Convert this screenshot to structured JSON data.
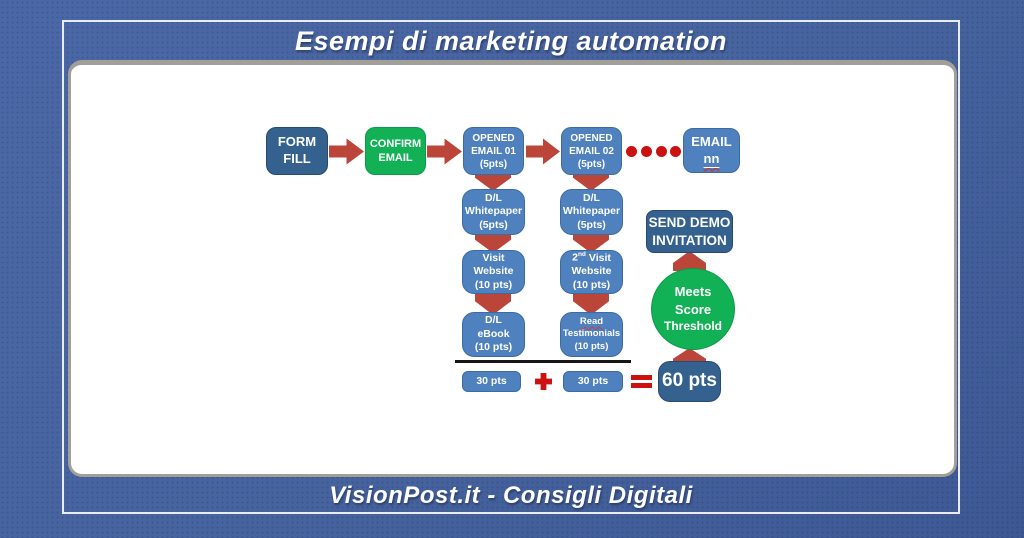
{
  "title": "Esempi di marketing automation",
  "footer": "VisionPost.it - Consigli Digitali",
  "colors": {
    "background": "#46639E",
    "panel": "#FFFFFF",
    "light_blue": "#4E81BD",
    "steel_blue": "#35618F",
    "green": "#12B155",
    "arrow_red": "#BB4538",
    "accent_red": "#CC1111",
    "text_on_boxes": "#FFFFFF"
  },
  "boxes": {
    "form_fill": {
      "line1": "FORM",
      "line2": "FILL"
    },
    "confirm_email": {
      "line1": "CONFIRM",
      "line2": "EMAIL"
    },
    "opened_email_01": {
      "line1": "OPENED",
      "line2": "EMAIL 01",
      "line3": "(5pts)"
    },
    "opened_email_02": {
      "line1": "OPENED",
      "line2": "EMAIL 02",
      "line3": "(5pts)"
    },
    "email_nn": {
      "line1": "EMAIL",
      "line2": "nn"
    },
    "dl_whitepaper_1": {
      "line1": "D/L",
      "line2": "Whitepaper",
      "line3": "(5pts)"
    },
    "dl_whitepaper_2": {
      "line1": "D/L",
      "line2": "Whitepaper",
      "line3": "(5pts)"
    },
    "visit_website": {
      "line1": "Visit",
      "line2": "Website",
      "line3": "(10 pts)"
    },
    "second_visit_website": {
      "line1_num": "2",
      "line1_sup": "nd",
      "line1_word": "Visit",
      "line2": "Website",
      "line3": "(10 pts)"
    },
    "dl_ebook": {
      "line1": "D/L",
      "line2": "eBook",
      "line3": "(10 pts)"
    },
    "read_testimonials": {
      "line1": "Read",
      "line2": "Testimonials",
      "line3": "(10 pts)"
    },
    "send_demo_invitation": {
      "line1": "SEND DEMO",
      "line2": "INVITATION"
    },
    "meets_score_threshold": {
      "line1": "Meets",
      "line2": "Score",
      "line3": "Threshold"
    }
  },
  "score_row": {
    "left_score": "30 pts",
    "right_score": "30 pts",
    "total_score": "60 pts"
  }
}
